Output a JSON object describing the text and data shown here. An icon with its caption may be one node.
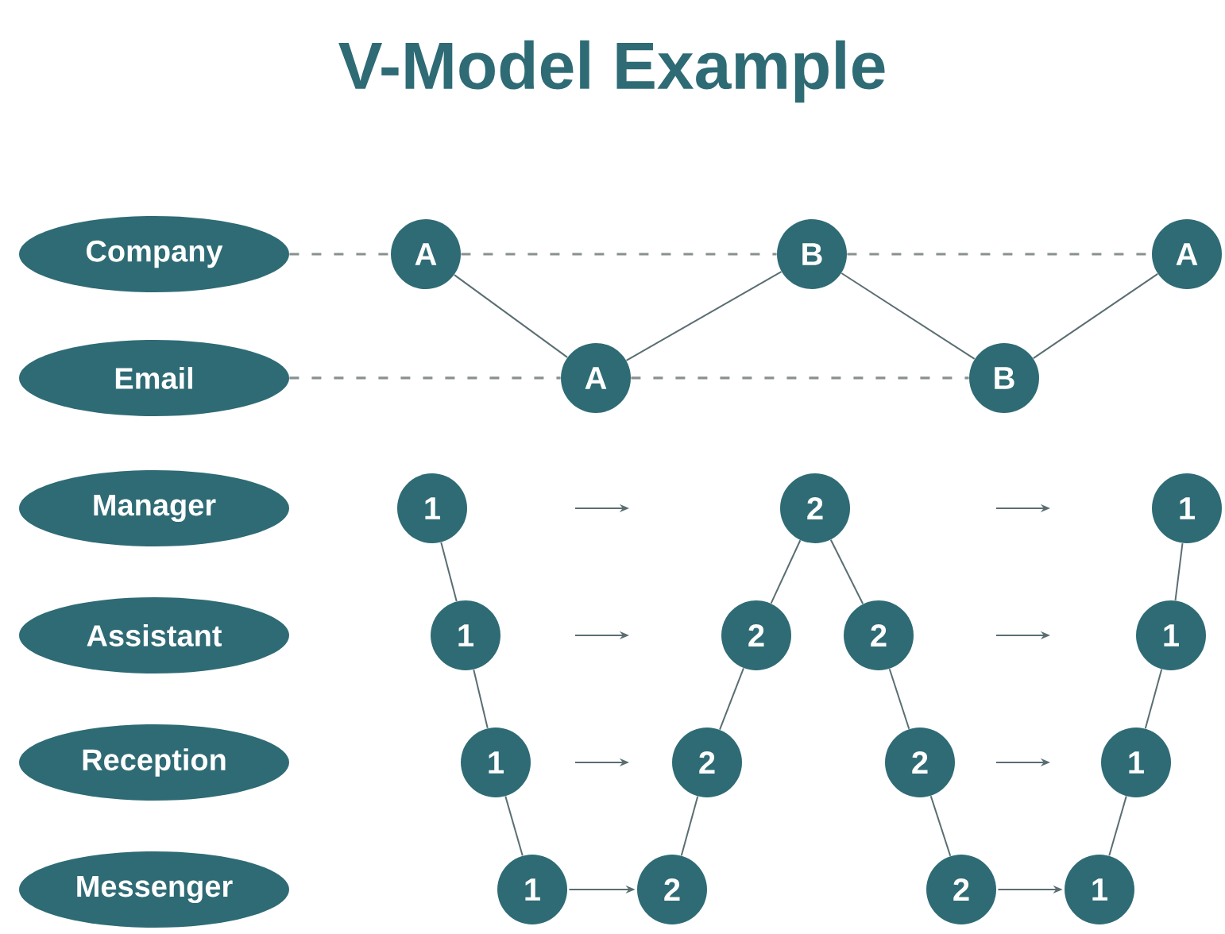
{
  "diagram": {
    "title": "V-Model Example",
    "nodes": [
      {
        "text": [
          "Company"
        ]
      },
      {
        "text": [
          "Email"
        ]
      },
      {
        "text": [
          "Manager"
        ]
      },
      {
        "text": [
          "Assistant"
        ]
      },
      {
        "text": [
          "Reception"
        ]
      },
      {
        "text": [
          "Messenger"
        ]
      },
      {
        "text": [
          "A"
        ]
      },
      {
        "text": [
          "B"
        ]
      },
      {
        "text": [
          "A"
        ]
      },
      {
        "text": [
          "A"
        ]
      },
      {
        "text": [
          "B"
        ]
      },
      {
        "text": [
          "1"
        ]
      },
      {
        "text": [
          "2"
        ]
      },
      {
        "text": [
          "1"
        ]
      },
      {
        "text": [
          "1"
        ]
      },
      {
        "text": [
          "2"
        ]
      },
      {
        "text": [
          "2"
        ]
      },
      {
        "text": [
          "1"
        ]
      },
      {
        "text": [
          "1"
        ]
      },
      {
        "text": [
          "2"
        ]
      },
      {
        "text": [
          "2"
        ]
      },
      {
        "text": [
          "1"
        ]
      },
      {
        "text": [
          "1"
        ]
      },
      {
        "text": [
          "2"
        ]
      },
      {
        "text": [
          "2"
        ]
      },
      {
        "text": [
          "1"
        ]
      }
    ],
    "edges": [
      {
        "from": 0,
        "to": 6,
        "arrow": "none",
        "style": "dashed"
      },
      {
        "from": 6,
        "to": 7,
        "arrow": "none",
        "style": "dashed"
      },
      {
        "from": 7,
        "to": 8,
        "arrow": "none",
        "style": "dashed"
      },
      {
        "from": 1,
        "to": 9,
        "arrow": "none",
        "style": "dashed"
      },
      {
        "from": 9,
        "to": 10,
        "arrow": "none",
        "style": "dashed"
      },
      {
        "from": 6,
        "to": 9,
        "arrow": "none"
      },
      {
        "from": 9,
        "to": 7,
        "arrow": "none"
      },
      {
        "from": 7,
        "to": 10,
        "arrow": "none"
      },
      {
        "from": 10,
        "to": 8,
        "arrow": "none"
      },
      {
        "from": 11,
        "to": 14,
        "arrow": "none"
      },
      {
        "from": 14,
        "to": 18,
        "arrow": "none"
      },
      {
        "from": 18,
        "to": 22,
        "arrow": "none"
      },
      {
        "from": 23,
        "to": 19,
        "arrow": "none"
      },
      {
        "from": 19,
        "to": 15,
        "arrow": "none"
      },
      {
        "from": 15,
        "to": 12,
        "arrow": "none"
      },
      {
        "from": 12,
        "to": 16,
        "arrow": "none"
      },
      {
        "from": 16,
        "to": 20,
        "arrow": "none"
      },
      {
        "from": 20,
        "to": 24,
        "arrow": "none"
      },
      {
        "from": 25,
        "to": 21,
        "arrow": "none"
      },
      {
        "from": 21,
        "to": 17,
        "arrow": "none"
      },
      {
        "from": 17,
        "to": 13,
        "arrow": "none"
      },
      {
        "from": 22,
        "to": 23,
        "arrow": "to"
      },
      {
        "from": 24,
        "to": 25,
        "arrow": "to"
      }
    ]
  }
}
